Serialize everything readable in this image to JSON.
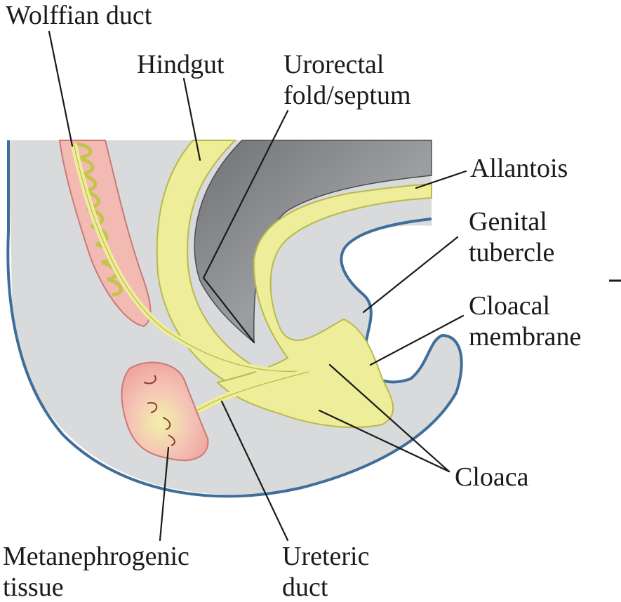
{
  "labels": {
    "wolffian_duct": "Wolffian duct",
    "hindgut": "Hindgut",
    "urorectal_line1": "Urorectal",
    "urorectal_line2": "fold/septum",
    "allantois": "Allantois",
    "genital_line1": "Genital",
    "genital_line2": "tubercle",
    "cloacal_line1": "Cloacal",
    "cloacal_line2": "membrane",
    "cloaca": "Cloaca",
    "metanephrogenic_line1": "Metanephrogenic",
    "metanephrogenic_line2": "tissue",
    "ureteric_line1": "Ureteric",
    "ureteric_line2": "duct"
  },
  "colors": {
    "body_fill": "#d9dadb",
    "outline_blue": "#3f6e9b",
    "yellow_tissue": "#eded9a",
    "yellow_edge": "#b9b94a",
    "pink_tissue": "#f3b9b3",
    "pink_edge": "#c97a74",
    "septum_gray": "#8a8c8f"
  }
}
